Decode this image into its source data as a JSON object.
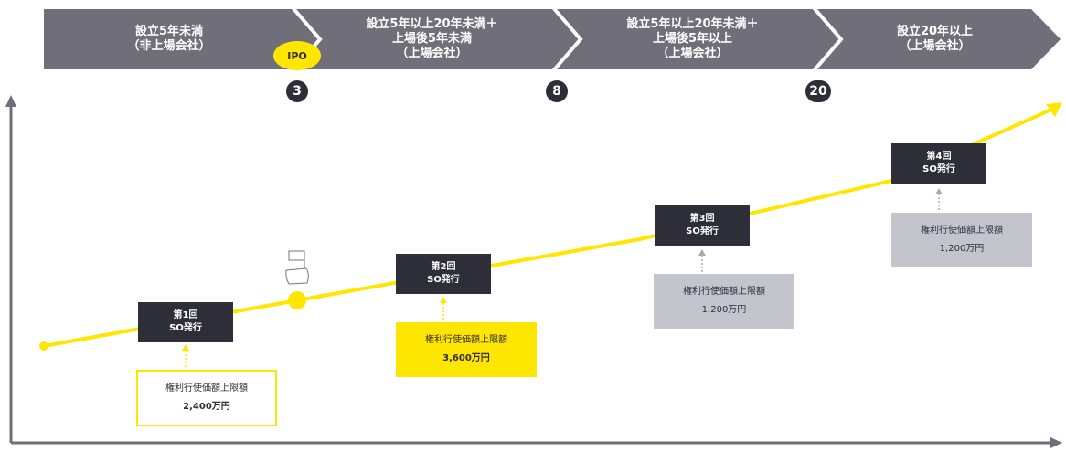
{
  "stages": [
    {
      "label": "設立5年未満\n（非上場会社）"
    },
    {
      "label": "設立5年以上20年未満＋\n上場後5年未満\n（上場会社）"
    },
    {
      "label": "設立5年以上20年未満＋\n上場後5年以上\n（上場会社）"
    },
    {
      "label": "設立20年以上\n（上場会社）"
    }
  ],
  "ipo_label": "IPO",
  "milestones": [
    "3",
    "8",
    "20"
  ],
  "issuances": [
    {
      "title": "第1回\nSO発行",
      "limit_label": "権利行使価額上限額",
      "amount": "2,400万円"
    },
    {
      "title": "第2回\nSO発行",
      "limit_label": "権利行使価額上限額",
      "amount": "3,600万円"
    },
    {
      "title": "第3回\nSO発行",
      "limit_label": "権利行使価額上限額",
      "amount": "1,200万円"
    },
    {
      "title": "第4回\nSO発行",
      "limit_label": "権利行使価額上限額",
      "amount": "1,200万円"
    }
  ],
  "colors": {
    "banner": "#6f6e79",
    "yellow": "#ffe600",
    "dark": "#2e2e38",
    "gray_box": "#c4c4cd"
  }
}
